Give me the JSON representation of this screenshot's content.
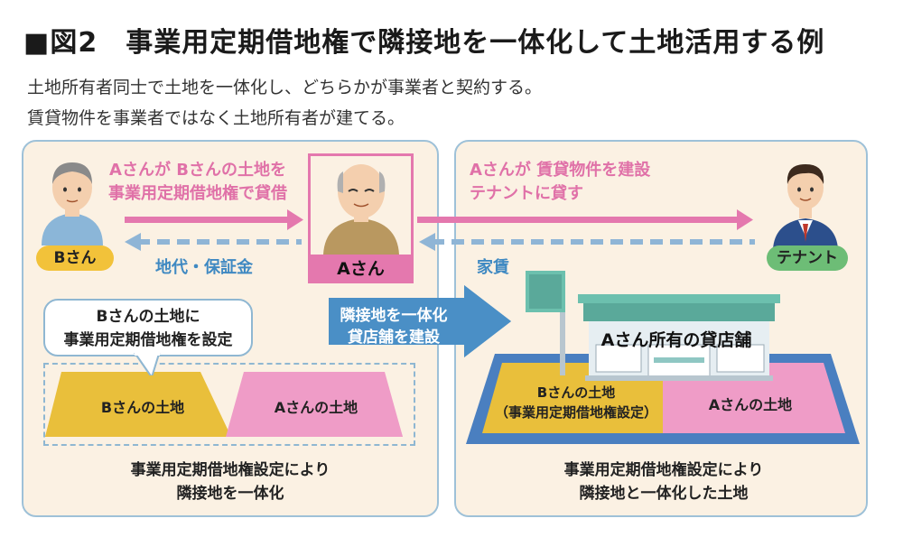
{
  "title": "■図2　事業用定期借地権で隣接地を一体化して土地活用する例",
  "subtitle_lines": [
    "土地所有者同士で土地を一体化し、どちらかが事業者と契約する。",
    "賃貸物件を事業者ではなく土地所有者が建てる。"
  ],
  "left_panel": {
    "top_flow_line1": "Aさんが Bさんの土地を",
    "top_flow_line2": "事業用定期借地権で貸借",
    "return_flow": "地代・保証金",
    "bubble_line1": "Bさんの土地に",
    "bubble_line2": "事業用定期借地権を設定",
    "lot_b": "Bさんの土地",
    "lot_a": "Aさんの土地",
    "caption_line1": "事業用定期借地権設定により",
    "caption_line2": "隣接地を一体化"
  },
  "people": {
    "b_label": "Bさん",
    "a_label": "Aさん",
    "tenant_label": "テナント"
  },
  "center_arrow": {
    "line1": "隣接地を一体化",
    "line2": "貸店舗を建設"
  },
  "right_panel": {
    "top_flow_line1": "Aさんが 賃貸物件を建設",
    "top_flow_line2": "テナントに貸す",
    "return_flow": "家賃",
    "store_name": "Aさん所有の貸店舗",
    "lot_b_line1": "Bさんの土地",
    "lot_b_line2": "（事業用定期借地権設定）",
    "lot_a": "Aさんの土地",
    "caption_line1": "事業用定期借地権設定により",
    "caption_line2": "隣接地と一体化した土地"
  },
  "colors": {
    "pink": "#e478ae",
    "blue": "#3f89c2",
    "arrow_blue": "#4a8fc6",
    "yellow_lot": "#e9bf3b",
    "pink_lot": "#ef9cc7",
    "panel_bg": "#fbf1e3",
    "panel_border": "#9ec1d8",
    "ground_blue": "#4a7fc0",
    "tenant_tag": "#6dbd76",
    "b_tag": "#f2c23a"
  }
}
